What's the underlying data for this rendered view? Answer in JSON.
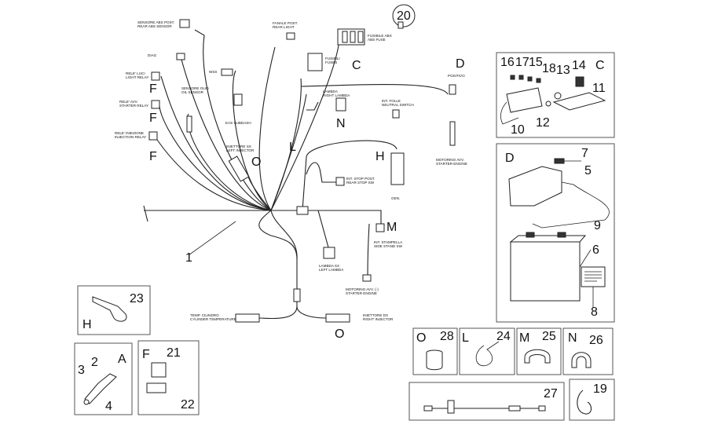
{
  "small_labels": {
    "rear_abs_sensor": [
      "SENSORE ABS POST.",
      "REAR ABS SENSOR"
    ],
    "rear_stop": [
      "FANALE POST.",
      "REAR LIGHT"
    ],
    "abs_fuse": [
      "FUSIBILE ABS",
      "ABS FUSE"
    ],
    "diag": [
      "DIAG"
    ],
    "wss": [
      "WSS"
    ],
    "fuses": [
      "FUSIBILI",
      "FUSES"
    ],
    "positivo": [
      "POSITIVO"
    ],
    "light_relay": [
      "RELE' LUCI",
      "LIGHT RELAY"
    ],
    "oil_sensor": [
      "SENSORE OLIO",
      "OIL SENSOR"
    ],
    "eas": [
      "EAS SUBDASH"
    ],
    "right_lambda": [
      "LAMBDA",
      "RIGHT LAMBDA"
    ],
    "neutral_switch": [
      "INT. FOLLE",
      "NEUTRAL SWITCH"
    ],
    "starter_relay": [
      "RELE' AVV.",
      "STARTER RELAY"
    ],
    "injection_relay": [
      "RELE' INIEZIONE",
      "INJECTION RELAY"
    ],
    "left_injector": [
      "INIETTORE SX",
      "LEFT INJECTOR"
    ],
    "starter_engine_top": [
      "MOTORINO AVV.",
      "STARTER ENGINE"
    ],
    "front_stop": [
      "INT. STOP POST.",
      "REAR STOP SW"
    ],
    "gen": [
      "GEN."
    ],
    "side_stand": [
      "INT. STAMPELLA",
      "SIDE STAND SW"
    ],
    "left_lambda": [
      "LAMBDA SX",
      "LEFT LAMBDA"
    ],
    "starter_engine_bottom": [
      "MOTORINO AVV. (-)",
      "STARTER ENGINE"
    ],
    "cyl_temp": [
      "TEMP. CILINDRO",
      "CYLINDER TEMPERATURE"
    ],
    "right_injector": [
      "INIETTORE DX",
      "RIGHT INJECTOR"
    ]
  },
  "big_letters": {
    "C_main": "C",
    "D_main": "D",
    "F1": "F",
    "F2": "F",
    "F3": "F",
    "O_main": "O",
    "N_main": "N",
    "L_main": "L",
    "H_main": "H",
    "M_main": "M",
    "O_bottom": "O",
    "C_box": "C",
    "D_box": "D",
    "H_box": "H",
    "A_box": "A",
    "F_box": "F",
    "O_box": "O",
    "L_box": "L",
    "M_box": "M",
    "N_box": "N"
  },
  "callouts": {
    "n1": "1",
    "n2": "2",
    "n3": "3",
    "n4": "4",
    "n5": "5",
    "n6": "6",
    "n7": "7",
    "n8": "8",
    "n9": "9",
    "n10": "10",
    "n11": "11",
    "n12": "12",
    "n13": "13",
    "n14": "14",
    "n15": "15",
    "n16": "16",
    "n17": "17",
    "n18": "18",
    "n19": "19",
    "n20": "20",
    "n21": "21",
    "n22": "22",
    "n23": "23",
    "n24": "24",
    "n25": "25",
    "n26": "26",
    "n27": "27",
    "n28": "28"
  }
}
